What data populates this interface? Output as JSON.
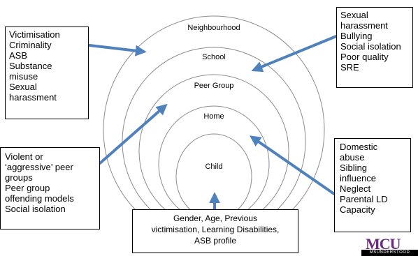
{
  "rings": [
    "Neighbourhood",
    "School",
    "Peer Group",
    "Home",
    "Child"
  ],
  "boxes": {
    "top_left": [
      "Victimisation",
      "Criminality",
      "ASB",
      "Substance",
      "misuse",
      "Sexual",
      "harassment"
    ],
    "top_right": [
      "Sexual",
      "harassment",
      "Bullying",
      "Social isolation",
      "Poor quality",
      "SRE"
    ],
    "mid_left": [
      "Violent or",
      "‘aggressive’ peer",
      "groups",
      "Peer group",
      "offending models",
      "Social isolation"
    ],
    "mid_right": [
      "Domestic",
      "abuse",
      "Sibling",
      "influence",
      "Neglect",
      "Parental LD",
      "Capacity"
    ],
    "bottom": [
      "Gender, Age, Previous",
      "victimisation,  Learning Disabilities,",
      "ASB profile"
    ]
  },
  "logo": {
    "word": "MCU",
    "strip": "MSUNDERSTOOD",
    "color": "#6b2a7d"
  },
  "colors": {
    "arrow": "#4f81bd",
    "ring_stroke": "#8c8c8c"
  }
}
